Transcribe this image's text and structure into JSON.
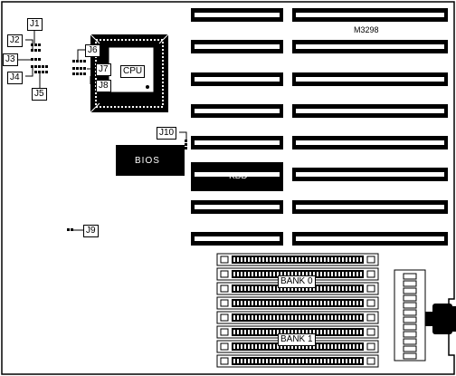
{
  "board": {
    "model": "M3298",
    "cpu_label": "CPU",
    "bios_label": "BIOS",
    "kbd_label": "KBD",
    "bank0_label": "BANK 0",
    "bank1_label": "BANK 1"
  },
  "jumpers": {
    "j1": "J1",
    "j2": "J2",
    "j3": "J3",
    "j4": "J4",
    "j5": "J5",
    "j6": "J6",
    "j7": "J7",
    "j8": "J8",
    "j9": "J9",
    "j10": "J10"
  },
  "colors": {
    "ink": "#000000",
    "paper": "#ffffff"
  }
}
